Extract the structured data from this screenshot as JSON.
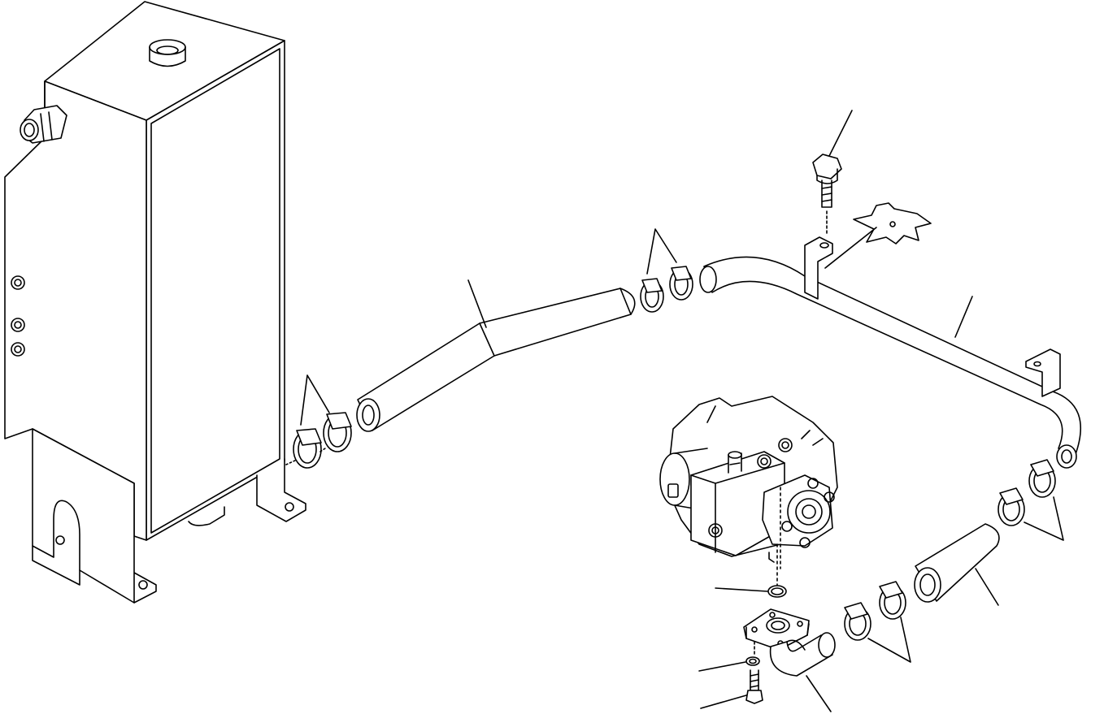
{
  "diagram": {
    "kind": "exploded-parts-diagram",
    "printed_text": "",
    "colors": {
      "line": "#000000",
      "background": "#ffffff"
    },
    "parts": [
      {
        "name": "hydraulic-tank",
        "leader": false
      },
      {
        "name": "hose-clamp-pair-tank",
        "leader": true
      },
      {
        "name": "suction-hose",
        "leader": true
      },
      {
        "name": "hose-clamp-pair-upper",
        "leader": true
      },
      {
        "name": "mounting-bolt",
        "leader": true
      },
      {
        "name": "bracket-plate",
        "leader": true
      },
      {
        "name": "steel-tube",
        "leader": true
      },
      {
        "name": "hose-clamp-pair-right",
        "leader": true
      },
      {
        "name": "lower-hose",
        "leader": true
      },
      {
        "name": "hose-clamp-pair-lower",
        "leader": true
      },
      {
        "name": "hydraulic-pump",
        "leader": false
      },
      {
        "name": "o-ring",
        "leader": true
      },
      {
        "name": "pump-flange",
        "leader": false
      },
      {
        "name": "elbow-hose",
        "leader": true
      },
      {
        "name": "lock-washer",
        "leader": true
      },
      {
        "name": "flange-bolt",
        "leader": true
      }
    ]
  }
}
